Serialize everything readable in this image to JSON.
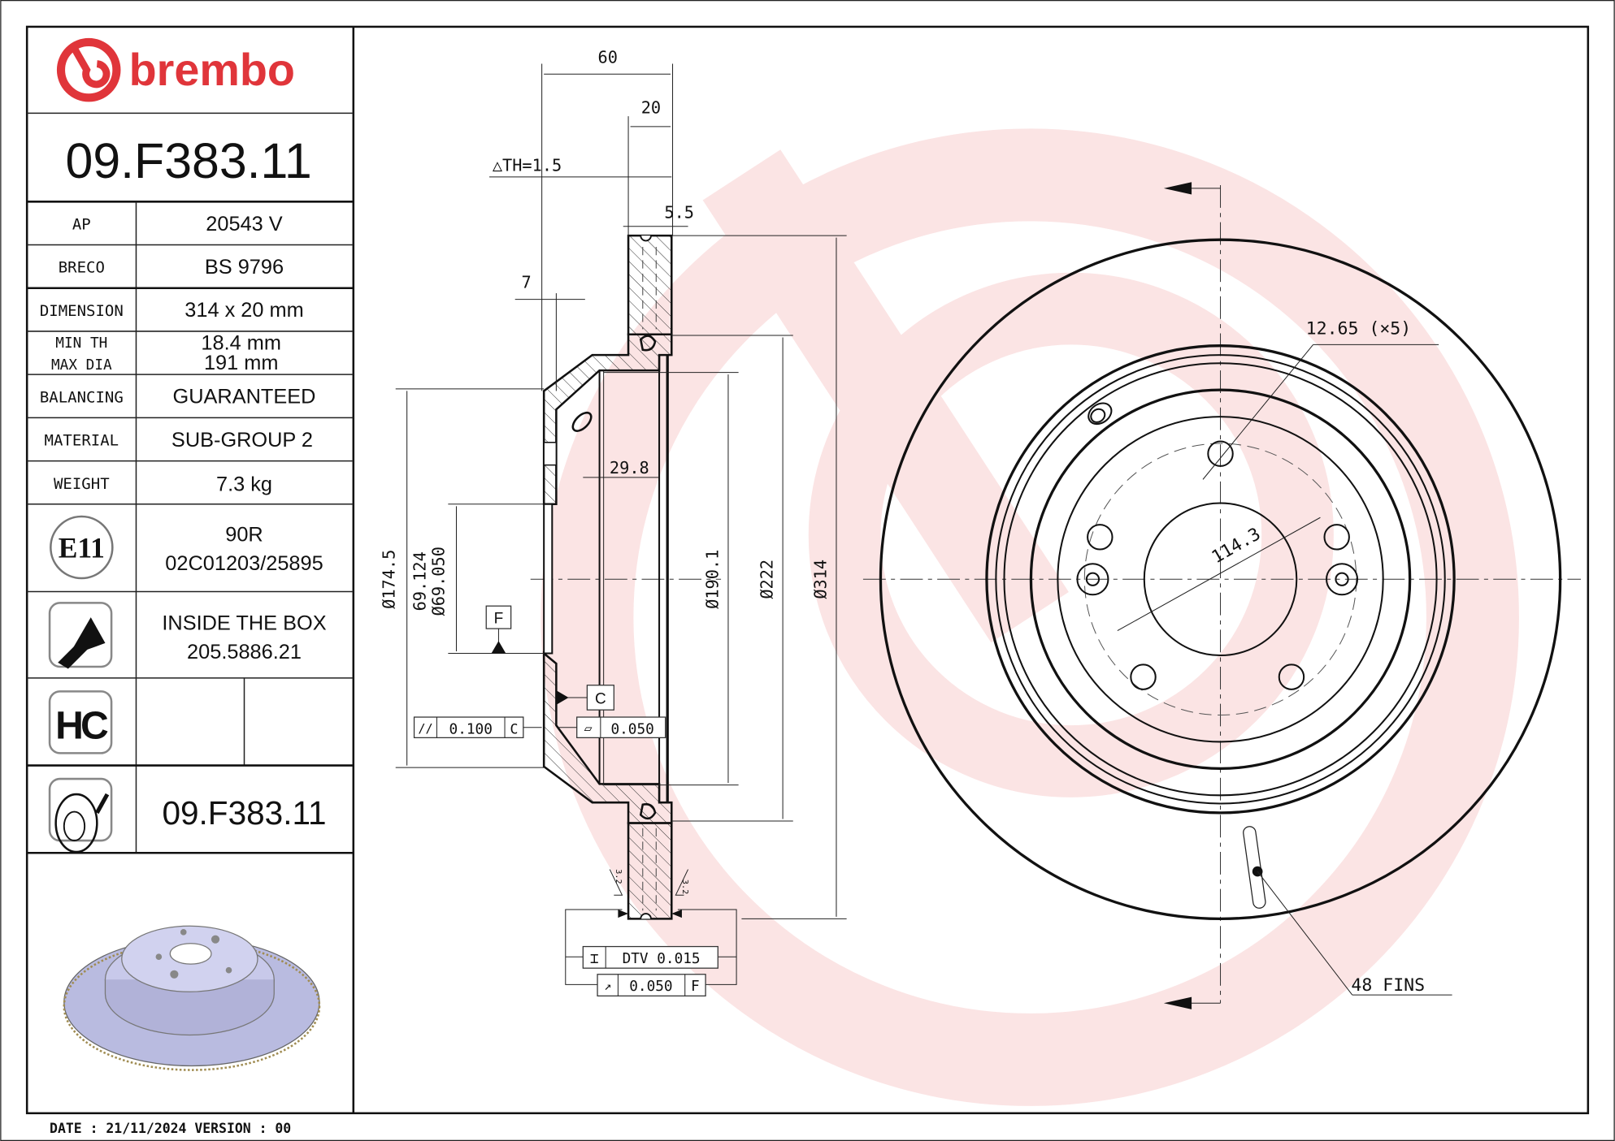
{
  "brand": {
    "name": "brembo",
    "color": "#e0353a",
    "watermark_color": "#f9e3e3"
  },
  "part_number": "09.F383.11",
  "spec_table": [
    {
      "label": "AP",
      "value": "20543 V"
    },
    {
      "label": "BRECO",
      "value": "BS 9796"
    },
    {
      "label": "DIMENSION",
      "value": "314 x 20 mm"
    },
    {
      "label": "MIN TH",
      "label2": "MAX DIA",
      "value": "18.4 mm",
      "value2": "191 mm"
    },
    {
      "label": "BALANCING",
      "value": "GUARANTEED"
    },
    {
      "label": "MATERIAL",
      "value": "SUB-GROUP 2"
    },
    {
      "label": "WEIGHT",
      "value": "7.3 kg"
    }
  ],
  "homologation": {
    "icon": "E11",
    "line1": "90R",
    "line2": "02C01203/25895"
  },
  "screw": {
    "icon": "screw-icon",
    "line1": "INSIDE THE BOX",
    "line2": "205.5886.21"
  },
  "hc": {
    "icon": "HC"
  },
  "painted": {
    "icon": "painted-disc-icon",
    "code": "09.F383.11"
  },
  "footer": {
    "date_text": "DATE : 21/11/2024 VERSION : 00"
  },
  "section_view": {
    "dims": {
      "overall_height": "60",
      "thickness": "20",
      "delta_th": "△TH=1.5",
      "groove": "5.5",
      "hat_wall": "7",
      "inner_depth": "29.8",
      "d_174": "Ø174.5",
      "d_69_max": "69.124",
      "d_69_min": "Ø69.050",
      "d_190": "Ø190.1",
      "d_222": "Ø222",
      "d_314": "Ø314",
      "roughness_left": "3.2",
      "roughness_right": "3.2"
    },
    "datums": {
      "f": "F",
      "c": "C"
    },
    "tolerances": {
      "parallel": {
        "symbol": "//",
        "value": "0.100",
        "datum": "C"
      },
      "flatness": {
        "symbol": "▱",
        "value": "0.050"
      },
      "dtv": {
        "symbol": "⌶",
        "value": "DTV 0.015"
      },
      "runout": {
        "symbol": "↗",
        "value": "0.050",
        "datum": "F"
      }
    }
  },
  "front_view": {
    "bolt_hole": "12.65 (×5)",
    "pcd": "114.3",
    "fins": "48 FINS"
  }
}
